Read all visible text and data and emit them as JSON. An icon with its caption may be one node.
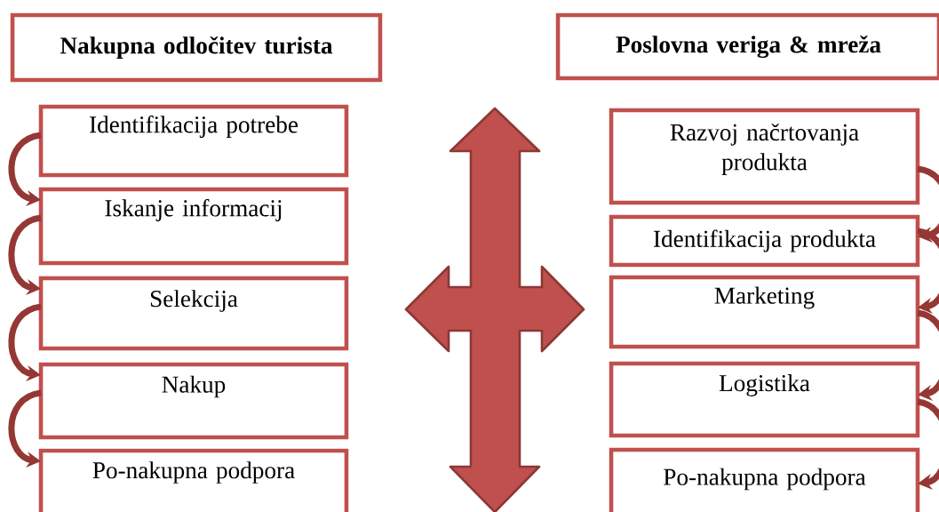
{
  "diagram": {
    "nodes": [
      {
        "text": [
          "Nakupna odločitev turista"
        ]
      },
      {
        "text": [
          "Poslovna veriga & mreža"
        ]
      },
      {
        "text": [
          "Identifikacija potrebe"
        ]
      },
      {
        "text": [
          "Iskanje informacij"
        ]
      },
      {
        "text": [
          "Selekcija"
        ]
      },
      {
        "text": [
          "Nakup"
        ]
      },
      {
        "text": [
          "Po-nakupna podpora"
        ]
      },
      {
        "text": [
          "Razvoj načrtovanja produkta"
        ]
      },
      {
        "text": [
          "Identifikacija produkta"
        ]
      },
      {
        "text": [
          "Marketing"
        ]
      },
      {
        "text": [
          "Logistika"
        ]
      },
      {
        "text": [
          "Po-nakupna podpora"
        ]
      }
    ],
    "edges": [
      {
        "from": 2,
        "to": 3,
        "arrow": "to"
      },
      {
        "from": 3,
        "to": 4,
        "arrow": "to"
      },
      {
        "from": 4,
        "to": 5,
        "arrow": "to"
      },
      {
        "from": 5,
        "to": 6,
        "arrow": "to"
      },
      {
        "from": 7,
        "to": 8,
        "arrow": "to"
      },
      {
        "from": 8,
        "to": 9,
        "arrow": "to"
      },
      {
        "from": 9,
        "to": 10,
        "arrow": "to"
      },
      {
        "from": 10,
        "to": 11,
        "arrow": "to"
      }
    ]
  }
}
